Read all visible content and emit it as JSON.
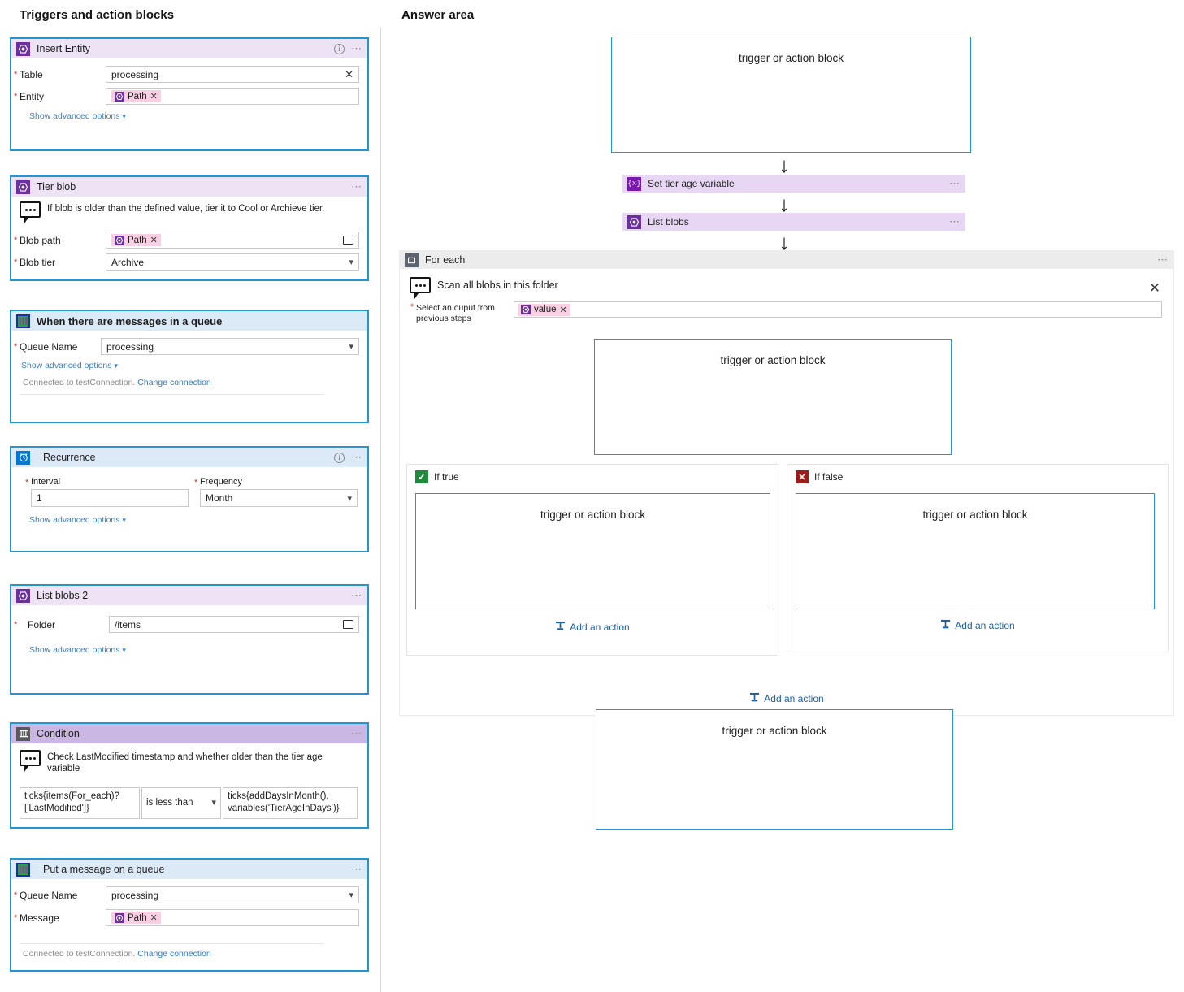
{
  "headers": {
    "left": "Triggers and action blocks",
    "right": "Answer area"
  },
  "placeholder_label": "trigger or action block",
  "left_cards": [
    {
      "id": "insert-entity",
      "title": "Insert Entity",
      "icon": "blob-hex-icon",
      "fields": [
        {
          "label": "Table",
          "value": "processing",
          "control": "text-clear"
        },
        {
          "label": "Entity",
          "token": "Path",
          "control": "token"
        }
      ],
      "advanced": "Show advanced options"
    },
    {
      "id": "tier-blob",
      "title": "Tier blob",
      "icon": "blob-hex-icon",
      "description": "If blob is older than the defined value, tier it to Cool or Archieve tier.",
      "fields": [
        {
          "label": "Blob path",
          "token": "Path",
          "control": "token-folder"
        },
        {
          "label": "Blob tier",
          "value": "Archive",
          "control": "dropdown"
        }
      ]
    },
    {
      "id": "when-messages-in-queue",
      "title": "When there are messages in a queue",
      "icon": "queue-icon",
      "fields": [
        {
          "label": "Queue Name",
          "value": "processing",
          "control": "dropdown"
        }
      ],
      "advanced": "Show advanced options",
      "connection_text": "Connected to  testConnection.",
      "connection_link": "Change connection"
    },
    {
      "id": "recurrence",
      "title": "Recurrence",
      "icon": "clock-icon",
      "fields": [
        {
          "label": "Interval",
          "value": "1",
          "control": "text"
        },
        {
          "label": "Frequency",
          "value": "Month",
          "control": "dropdown"
        }
      ],
      "advanced": "Show advanced options"
    },
    {
      "id": "list-blobs-2",
      "title": "List blobs 2",
      "icon": "blob-hex-icon",
      "fields": [
        {
          "label": "Folder",
          "value": "/items",
          "control": "text-folder"
        }
      ],
      "advanced": "Show advanced options"
    },
    {
      "id": "condition",
      "title": "Condition",
      "icon": "condition-icon",
      "description": "Check LastModified timestamp and whether older than the tier age variable",
      "expression": {
        "left": "ticks{items(For_each)?['LastModified']}",
        "operator": "is less than",
        "right": "ticks{addDaysInMonth(), variables('TierAgeInDays')}"
      }
    },
    {
      "id": "put-message-on-queue",
      "title": "Put a message on a queue",
      "icon": "queue-icon",
      "fields": [
        {
          "label": "Queue Name",
          "value": "processing",
          "control": "dropdown"
        },
        {
          "label": "Message",
          "token": "Path",
          "control": "token"
        }
      ],
      "connection_text": "Connected to testConnection.",
      "connection_link": "Change connection"
    }
  ],
  "answer_area": {
    "steps": [
      {
        "id": "set-tier-age-variable",
        "label": "Set tier age variable",
        "icon": "variable-icon"
      },
      {
        "id": "list-blobs",
        "label": "List blobs",
        "icon": "blob-hex-icon"
      }
    ],
    "foreach": {
      "title": "For each",
      "icon": "foreach-icon",
      "description": "Scan all blobs in this folder",
      "select_output_label": "Select an ouput from previous steps",
      "select_output_token": "value",
      "branches": [
        {
          "id": "if-true",
          "label": "If true",
          "icon": "check-icon",
          "add_action": "Add an action"
        },
        {
          "id": "if-false",
          "label": "If false",
          "icon": "cross-icon",
          "add_action": "Add an action"
        }
      ],
      "add_action": "Add an action"
    }
  },
  "colors": {
    "accent_blue": "#2196d3",
    "purple_header": "#ede3f4",
    "violet_header": "#cbb7e3",
    "blue_header": "#dce9f7",
    "token_pink": "#f9cfe4",
    "step_purple": "#e7d6f4",
    "link_blue": "#1f5fa8",
    "true_green": "#1f8a3b",
    "false_red": "#9c1b1b"
  }
}
